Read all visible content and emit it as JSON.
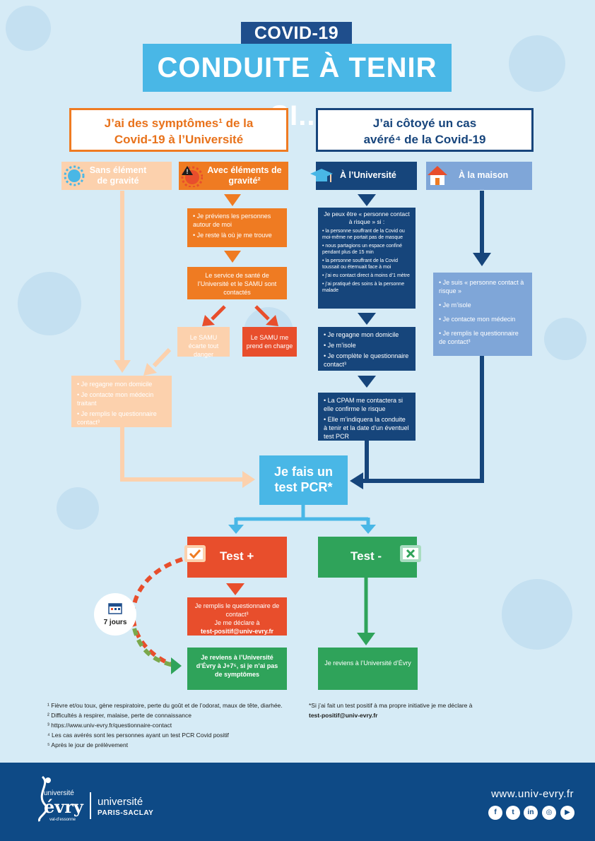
{
  "header": {
    "tag": "COVID-19",
    "title": "CONDUITE À TENIR SI..."
  },
  "left_column": {
    "title_line1": "J’ai des symptômes¹ de la",
    "title_line2": "Covid-19 à l’Université",
    "without_gravity": "Sans élément de gravité",
    "with_gravity": "Avec éléments de gravité²",
    "warn_items": [
      "Je préviens les personnes autour de moi",
      "Je reste là où je me trouve"
    ],
    "contacted": "Le service de santé de l’Université et le SAMU sont contactés",
    "samu_dismiss": "Le SAMU écarte tout danger",
    "samu_care": "Le SAMU me prend en charge",
    "home_items": [
      "Je regagne mon domicile",
      "Je contacte mon médecin traitant",
      "Je remplis le questionnaire contact³"
    ]
  },
  "right_column": {
    "title_line1": "J’ai côtoyé un cas",
    "title_line2": "avéré⁴ de la Covid-19",
    "at_university": "À l’Université",
    "at_home": "À la maison",
    "risk_intro": "Je peux être « personne contact à risque » si :",
    "risk_items": [
      "la personne souffrant de la Covid ou moi-même ne portait pas de masque",
      "nous partagions un espace confiné pendant plus de 15 min",
      "la personne souffrant de la Covid toussait ou éternuait face à moi",
      "j’ai eu contact direct à moins d’1 mètre",
      "j’ai pratiqué des soins à la personne malade"
    ],
    "return_items": [
      "Je regagne mon domicile",
      "Je m’isole",
      "Je complète le questionnaire contact³"
    ],
    "cpam_items": [
      "La CPAM me contactera si elle confirme le risque",
      "Elle m’indiquera la conduite à tenir et la date d’un éventuel test PCR"
    ],
    "home_items": [
      "Je suis « personne contact à risque »",
      "Je m’isole",
      "Je contacte mon médecin",
      "Je remplis le questionnaire de contact³"
    ]
  },
  "pcr": {
    "line1": "Je fais un",
    "line2": "test PCR*"
  },
  "results": {
    "positive_label": "Test +",
    "negative_label": "Test -",
    "positive_line1": "Je remplis le questionnaire de contact³",
    "positive_line2": "Je me déclare à",
    "positive_email": "test-positif@univ-evry.fr",
    "positive_return": "Je reviens à l’Université d’Évry à J+7⁵, si je n’ai pas de symptômes",
    "negative_return": "Je reviens à l’Université d’Évry",
    "days": "7 jours"
  },
  "footnotes": [
    "¹ Fièvre et/ou toux, gène respiratoire, perte du goût et de l’odorat, maux de tête, diarhée.",
    "² Difficultés à respirer, malaise, perte de connaissance",
    "³ https://www.univ-evry.fr/questionnaire-contact",
    "⁴ Les cas avérés sont les personnes ayant un test PCR Covid positif",
    "⁵ Après le jour de prélèvement"
  ],
  "asterisk_note": "*Si j’ai fait un test positif à ma propre initiative je me déclare à",
  "asterisk_email": "test-positif@univ-evry.fr",
  "footer": {
    "univ1_top": "université",
    "univ1_name": "évry",
    "univ1_sub": "val-d’essonne",
    "univ2_top": "université",
    "univ2_name": "PARIS-SACLAY",
    "url": "www.univ-evry.fr",
    "social": [
      "facebook-icon",
      "twitter-icon",
      "linkedin-icon",
      "instagram-icon",
      "youtube-icon"
    ],
    "social_glyphs": [
      "f",
      "t",
      "in",
      "◎",
      "▶"
    ]
  },
  "colors": {
    "orange": "#ef7b22",
    "light_orange": "#fcd1ad",
    "red": "#e84e2c",
    "navy": "#16457b",
    "steel": "#7fa6d8",
    "cyan": "#49b7e6",
    "green": "#2fa35a",
    "background": "#d6ebf6"
  }
}
